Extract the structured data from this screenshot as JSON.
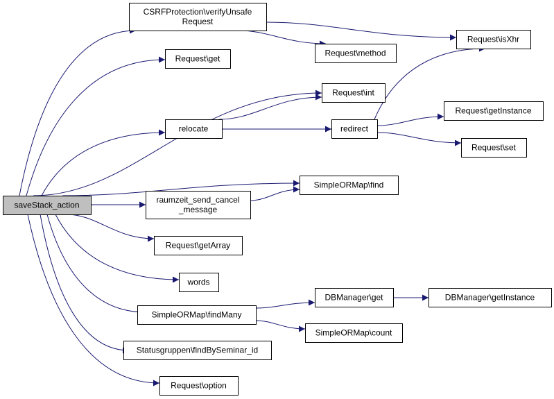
{
  "graph": {
    "edge_color": "#191970",
    "root_fill": "#bfbfbf",
    "node_fill": "#ffffff",
    "nodes": [
      {
        "id": "saveStack_action",
        "lines": [
          "saveStack_action"
        ],
        "root": true
      },
      {
        "id": "csrf_verify",
        "lines": [
          "CSRFProtection\\verifyUnsafe",
          "Request"
        ]
      },
      {
        "id": "req_get",
        "lines": [
          "Request\\get"
        ]
      },
      {
        "id": "relocate",
        "lines": [
          "relocate"
        ]
      },
      {
        "id": "raumzeit",
        "lines": [
          "raumzeit_send_cancel",
          "_message"
        ]
      },
      {
        "id": "req_getArray",
        "lines": [
          "Request\\getArray"
        ]
      },
      {
        "id": "words",
        "lines": [
          "words"
        ]
      },
      {
        "id": "sorm_findMany",
        "lines": [
          "SimpleORMap\\findMany"
        ]
      },
      {
        "id": "statusgruppen",
        "lines": [
          "Statusgruppen\\findBySeminar_id"
        ]
      },
      {
        "id": "req_option",
        "lines": [
          "Request\\option"
        ]
      },
      {
        "id": "req_isXhr",
        "lines": [
          "Request\\isXhr"
        ]
      },
      {
        "id": "req_method",
        "lines": [
          "Request\\method"
        ]
      },
      {
        "id": "req_int",
        "lines": [
          "Request\\int"
        ]
      },
      {
        "id": "redirect",
        "lines": [
          "redirect"
        ]
      },
      {
        "id": "req_getInstance",
        "lines": [
          "Request\\getInstance"
        ]
      },
      {
        "id": "req_set",
        "lines": [
          "Request\\set"
        ]
      },
      {
        "id": "sorm_find",
        "lines": [
          "SimpleORMap\\find"
        ]
      },
      {
        "id": "db_get",
        "lines": [
          "DBManager\\get"
        ]
      },
      {
        "id": "db_getInstance",
        "lines": [
          "DBManager\\getInstance"
        ]
      },
      {
        "id": "sorm_count",
        "lines": [
          "SimpleORMap\\count"
        ]
      }
    ],
    "edges": [
      {
        "from": "saveStack_action",
        "to": "csrf_verify"
      },
      {
        "from": "saveStack_action",
        "to": "req_get"
      },
      {
        "from": "saveStack_action",
        "to": "req_int"
      },
      {
        "from": "saveStack_action",
        "to": "relocate"
      },
      {
        "from": "saveStack_action",
        "to": "sorm_find"
      },
      {
        "from": "saveStack_action",
        "to": "raumzeit"
      },
      {
        "from": "saveStack_action",
        "to": "req_getArray"
      },
      {
        "from": "saveStack_action",
        "to": "words"
      },
      {
        "from": "saveStack_action",
        "to": "sorm_findMany"
      },
      {
        "from": "saveStack_action",
        "to": "statusgruppen"
      },
      {
        "from": "saveStack_action",
        "to": "req_option"
      },
      {
        "from": "csrf_verify",
        "to": "req_isXhr"
      },
      {
        "from": "csrf_verify",
        "to": "req_method"
      },
      {
        "from": "relocate",
        "to": "req_int"
      },
      {
        "from": "relocate",
        "to": "redirect"
      },
      {
        "from": "redirect",
        "to": "req_isXhr"
      },
      {
        "from": "redirect",
        "to": "req_getInstance"
      },
      {
        "from": "redirect",
        "to": "req_set"
      },
      {
        "from": "raumzeit",
        "to": "sorm_find"
      },
      {
        "from": "sorm_findMany",
        "to": "db_get"
      },
      {
        "from": "sorm_findMany",
        "to": "sorm_count"
      },
      {
        "from": "db_get",
        "to": "db_getInstance"
      }
    ]
  }
}
